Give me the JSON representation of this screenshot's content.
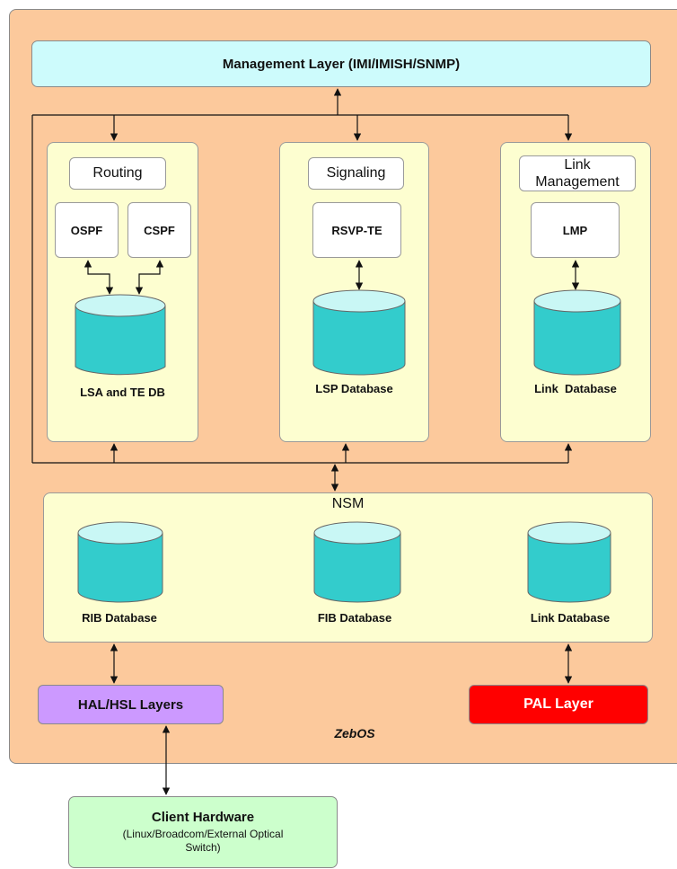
{
  "management": {
    "title": "Management Layer (IMI/IMISH/SNMP)"
  },
  "routing": {
    "title": "Routing",
    "modules": [
      "OSPF",
      "CSPF"
    ],
    "database": "LSA and TE DB"
  },
  "signaling": {
    "title": "Signaling",
    "module": "RSVP-TE",
    "database": "LSP Database"
  },
  "link_mgmt": {
    "title_line1": "Link",
    "title_line2": "Management",
    "module": "LMP",
    "database": "Link  Database"
  },
  "nsm": {
    "title": "NSM",
    "databases": [
      "RIB Database",
      "FIB Database",
      "Link Database"
    ]
  },
  "hal": {
    "label": "HAL/HSL Layers"
  },
  "pal": {
    "label": "PAL Layer"
  },
  "zebos": {
    "label": "ZebOS"
  },
  "client": {
    "title": "Client Hardware",
    "sub_line1": "(Linux/Broadcom/External Optical",
    "sub_line2": "Switch)"
  },
  "colors": {
    "outer": "#fcc99c",
    "management": "#cdfbfc",
    "panel": "#fdfed0",
    "cylinder": "#33cccc",
    "hal": "#cc99ff",
    "pal": "#ff0000",
    "client": "#ccffcc"
  }
}
